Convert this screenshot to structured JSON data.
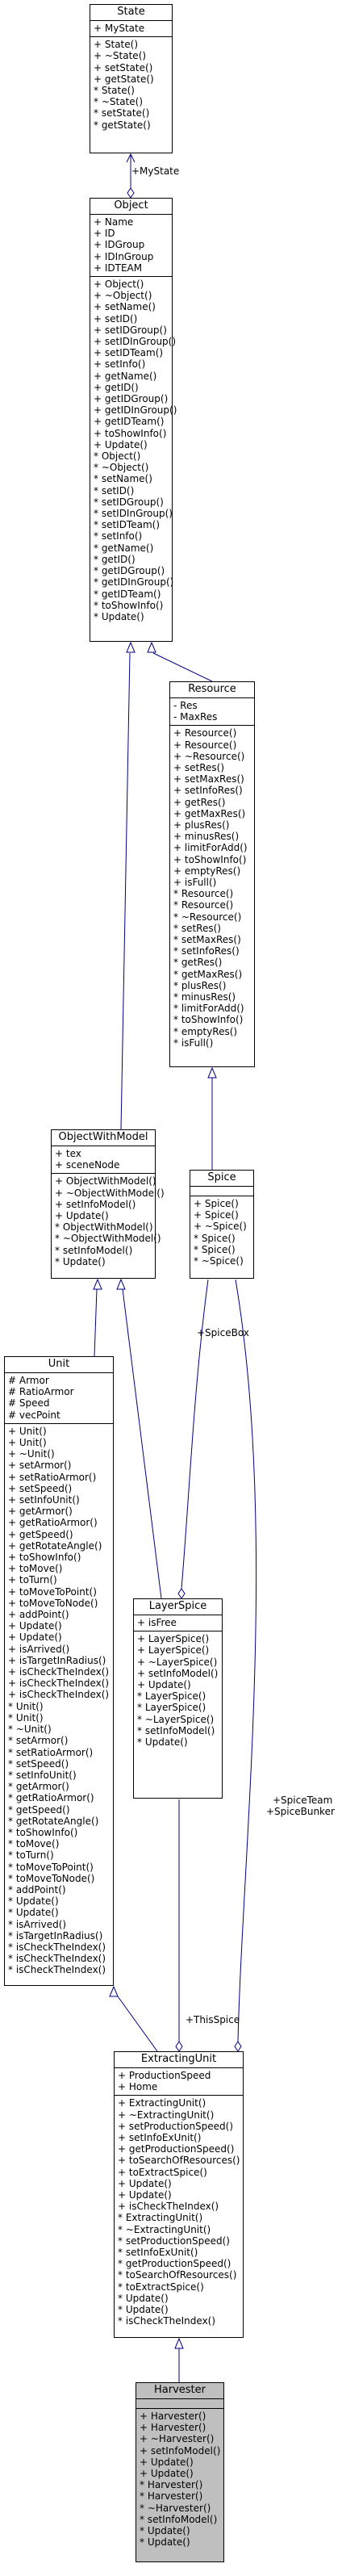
{
  "classes": {
    "state": {
      "name": "State",
      "attributes": [
        "+ MyState"
      ],
      "methods": [
        "+ State()",
        "+ ~State()",
        "+ setState()",
        "+ getState()",
        "* State()",
        "* ~State()",
        "* setState()",
        "* getState()"
      ]
    },
    "object": {
      "name": "Object",
      "attributes": [
        "+ Name",
        "+ ID",
        "+ IDGroup",
        "+ IDInGroup",
        "+ IDTEAM"
      ],
      "methods": [
        "+ Object()",
        "+ ~Object()",
        "+ setName()",
        "+ setID()",
        "+ setIDGroup()",
        "+ setIDInGroup()",
        "+ setIDTeam()",
        "+ setInfo()",
        "+ getName()",
        "+ getID()",
        "+ getIDGroup()",
        "+ getIDInGroup()",
        "+ getIDTeam()",
        "+ toShowInfo()",
        "+ Update()",
        "* Object()",
        "* ~Object()",
        "* setName()",
        "* setID()",
        "* setIDGroup()",
        "* setIDInGroup()",
        "* setIDTeam()",
        "* setInfo()",
        "* getName()",
        "* getID()",
        "* getIDGroup()",
        "* getIDInGroup()",
        "* getIDTeam()",
        "* toShowInfo()",
        "* Update()"
      ]
    },
    "resource": {
      "name": "Resource",
      "attributes": [
        "- Res",
        "- MaxRes"
      ],
      "methods": [
        "+ Resource()",
        "+ Resource()",
        "+ ~Resource()",
        "+ setRes()",
        "+ setMaxRes()",
        "+ setInfoRes()",
        "+ getRes()",
        "+ getMaxRes()",
        "+ plusRes()",
        "+ minusRes()",
        "+ limitForAdd()",
        "+ toShowInfo()",
        "+ emptyRes()",
        "+ isFull()",
        "* Resource()",
        "* Resource()",
        "* ~Resource()",
        "* setRes()",
        "* setMaxRes()",
        "* setInfoRes()",
        "* getRes()",
        "* getMaxRes()",
        "* plusRes()",
        "* minusRes()",
        "* limitForAdd()",
        "* toShowInfo()",
        "* emptyRes()",
        "* isFull()"
      ]
    },
    "objectwithmodel": {
      "name": "ObjectWithModel",
      "attributes": [
        "+ tex",
        "+ sceneNode"
      ],
      "methods": [
        "+ ObjectWithModel()",
        "+ ~ObjectWithModel()",
        "+ setInfoModel()",
        "+ Update()",
        "* ObjectWithModel()",
        "* ~ObjectWithModel()",
        "* setInfoModel()",
        "* Update()"
      ]
    },
    "spice": {
      "name": "Spice",
      "attributes": [],
      "methods": [
        "+ Spice()",
        "+ Spice()",
        "+ ~Spice()",
        "* Spice()",
        "* Spice()",
        "* ~Spice()"
      ]
    },
    "unit": {
      "name": "Unit",
      "attributes": [
        "# Armor",
        "# RatioArmor",
        "# Speed",
        "# vecPoint"
      ],
      "methods": [
        "+ Unit()",
        "+ Unit()",
        "+ ~Unit()",
        "+ setArmor()",
        "+ setRatioArmor()",
        "+ setSpeed()",
        "+ setInfoUnit()",
        "+ getArmor()",
        "+ getRatioArmor()",
        "+ getSpeed()",
        "+ getRotateAngle()",
        "+ toShowInfo()",
        "+ toMove()",
        "+ toTurn()",
        "+ toMoveToPoint()",
        "+ toMoveToNode()",
        "+ addPoint()",
        "+ Update()",
        "+ Update()",
        "+ isArrived()",
        "+ isTargetInRadius()",
        "+ isCheckTheIndex()",
        "+ isCheckTheIndex()",
        "+ isCheckTheIndex()",
        "* Unit()",
        "* Unit()",
        "* ~Unit()",
        "* setArmor()",
        "* setRatioArmor()",
        "* setSpeed()",
        "* setInfoUnit()",
        "* getArmor()",
        "* getRatioArmor()",
        "* getSpeed()",
        "* getRotateAngle()",
        "* toShowInfo()",
        "* toMove()",
        "* toTurn()",
        "* toMoveToPoint()",
        "* toMoveToNode()",
        "* addPoint()",
        "* Update()",
        "* Update()",
        "* isArrived()",
        "* isTargetInRadius()",
        "* isCheckTheIndex()",
        "* isCheckTheIndex()",
        "* isCheckTheIndex()"
      ]
    },
    "layerspice": {
      "name": "LayerSpice",
      "attributes": [
        "+ isFree"
      ],
      "methods": [
        "+ LayerSpice()",
        "+ LayerSpice()",
        "+ ~LayerSpice()",
        "+ setInfoModel()",
        "+ Update()",
        "* LayerSpice()",
        "* LayerSpice()",
        "* ~LayerSpice()",
        "* setInfoModel()",
        "* Update()"
      ]
    },
    "extractingunit": {
      "name": "ExtractingUnit",
      "attributes": [
        "+ ProductionSpeed",
        "+ Home"
      ],
      "methods": [
        "+ ExtractingUnit()",
        "+ ~ExtractingUnit()",
        "+ setProductionSpeed()",
        "+ setInfoExUnit()",
        "+ getProductionSpeed()",
        "+ toSearchOfResources()",
        "+ toExtractSpice()",
        "+ Update()",
        "+ Update()",
        "+ isCheckTheIndex()",
        "* ExtractingUnit()",
        "* ~ExtractingUnit()",
        "* setProductionSpeed()",
        "* setInfoExUnit()",
        "* getProductionSpeed()",
        "* toSearchOfResources()",
        "* toExtractSpice()",
        "* Update()",
        "* Update()",
        "* isCheckTheIndex()"
      ]
    },
    "harvester": {
      "name": "Harvester",
      "attributes": [],
      "methods": [
        "+ Harvester()",
        "+ Harvester()",
        "+ ~Harvester()",
        "+ setInfoModel()",
        "+ Update()",
        "+ Update()",
        "* Harvester()",
        "* Harvester()",
        "* ~Harvester()",
        "* setInfoModel()",
        "* Update()",
        "* Update()"
      ]
    }
  },
  "labels": {
    "mystate": "+MyState",
    "spicebox": "+SpiceBox",
    "spiceteam": "+SpiceTeam",
    "spicebunker": "+SpiceBunker",
    "thisspice": "+ThisSpice"
  },
  "colors": {
    "line": "#000080",
    "box_border": "#000000",
    "highlight": "#bfbfbf"
  }
}
